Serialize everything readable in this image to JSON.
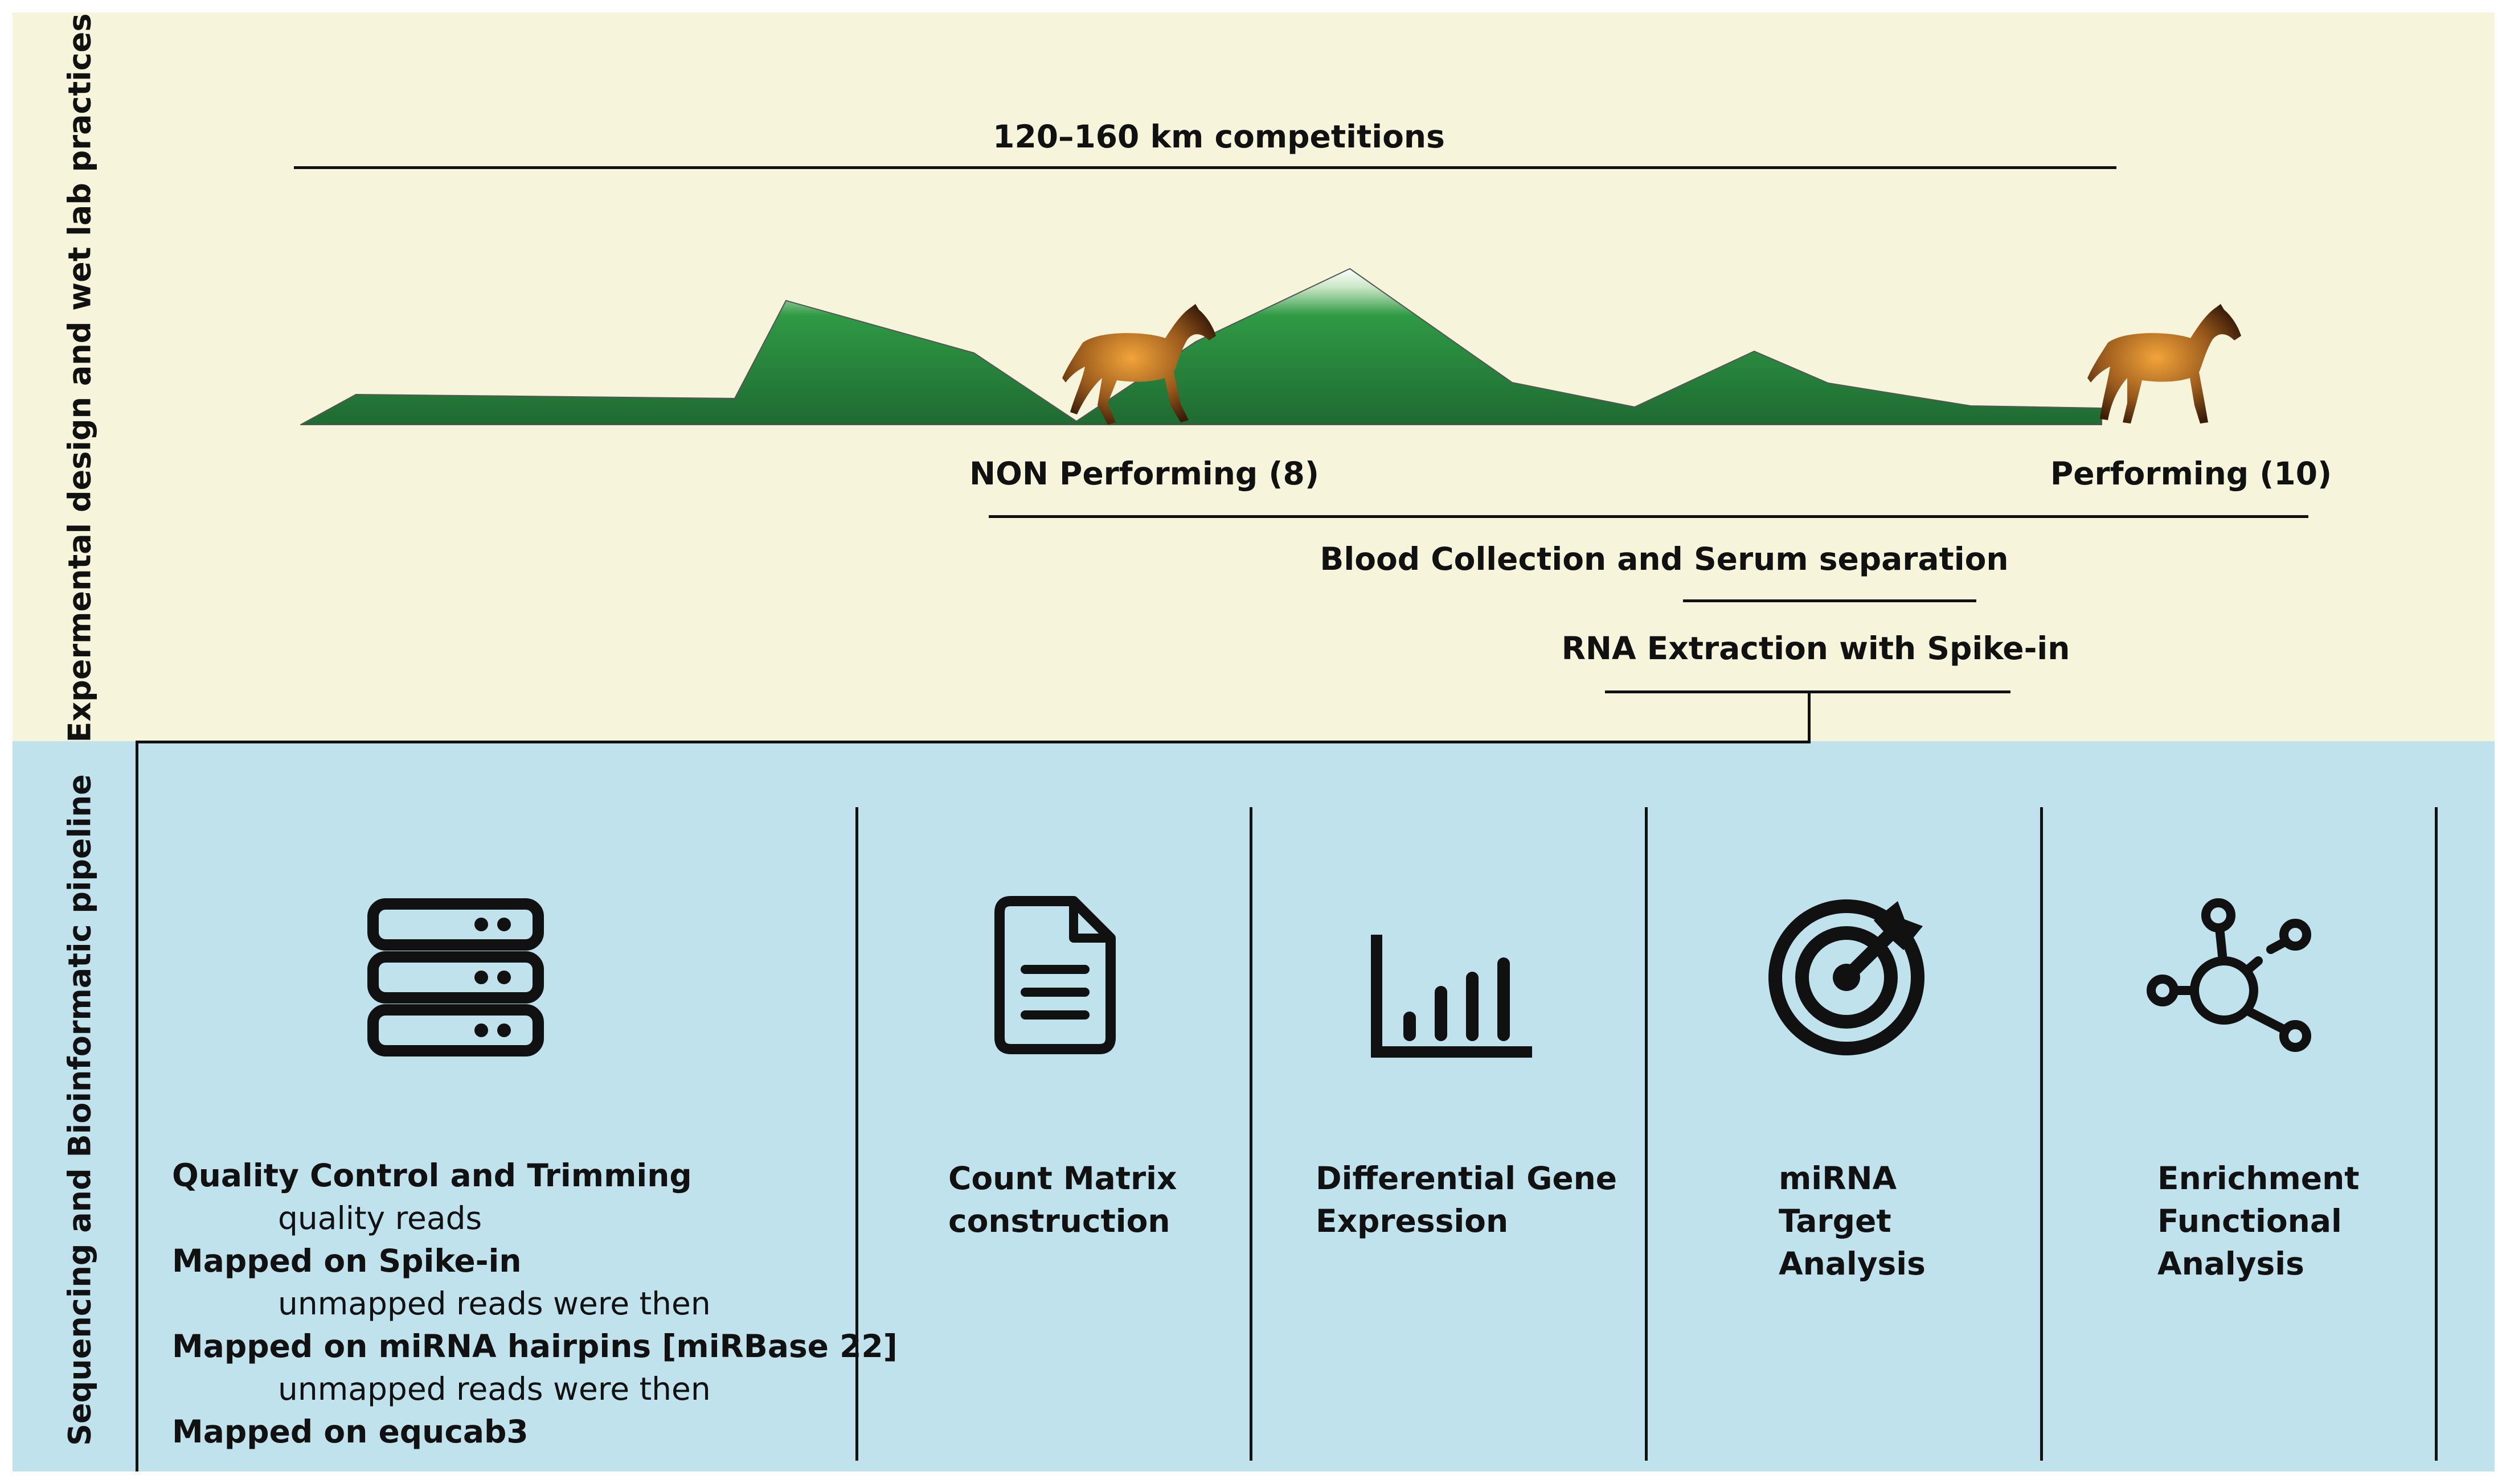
{
  "sections": {
    "top_label": "Expermental design and wet lab practices",
    "bottom_label": "Sequencing and Bioinformatic pipeline"
  },
  "top": {
    "competition_label": "120–160 km competitions",
    "non_performing_label": "NON Performing (8)",
    "performing_label": "Performing (10)",
    "blood_label": "Blood Collection and Serum separation",
    "rna_label": "RNA Extraction with Spike-in"
  },
  "pipeline": {
    "steps": [
      {
        "text": "Quality Control and Trimming",
        "bold": true
      },
      {
        "text": "quality reads",
        "bold": false
      },
      {
        "text": "Mapped on Spike-in",
        "bold": true
      },
      {
        "text": "unmapped reads were then",
        "bold": false
      },
      {
        "text": "Mapped on miRNA hairpins [miRBase 22]",
        "bold": true
      },
      {
        "text": "unmapped reads were then",
        "bold": false
      },
      {
        "text": "Mapped on equcab3",
        "bold": true
      }
    ]
  },
  "columns": [
    {
      "lines": [
        "Count Matrix",
        "construction"
      ],
      "icon": "document-icon"
    },
    {
      "lines": [
        "Differential Gene",
        "Expression"
      ],
      "icon": "bar-chart-icon"
    },
    {
      "lines": [
        "miRNA",
        "Target",
        "Analysis"
      ],
      "icon": "target-icon"
    },
    {
      "lines": [
        "Enrichment",
        "Functional",
        "Analysis"
      ],
      "icon": "network-icon"
    }
  ],
  "icons": {
    "first_column": "server-icon",
    "horse": "horse-icon",
    "terrain": "mountains-icon"
  },
  "colors": {
    "top_background": "#f6f5dc",
    "bottom_background": "#bfe2ec",
    "mountain_dark": "#1f6a32",
    "mountain_light": "#2e9a44",
    "horse": "#8a4e16"
  }
}
